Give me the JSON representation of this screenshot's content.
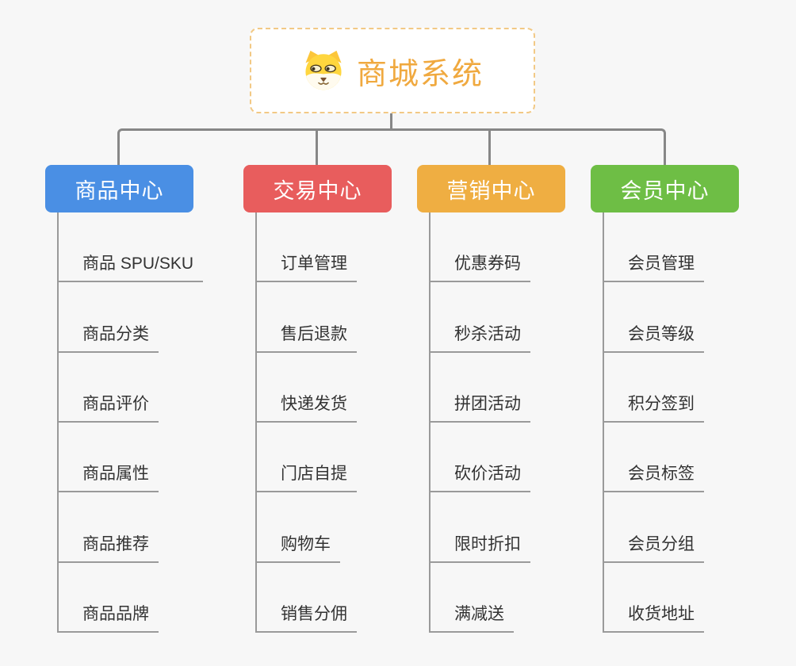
{
  "root": {
    "label": "商城系统",
    "icon": "dog-face-icon",
    "text_color": "#f0a93f",
    "border_color": "#f2c985"
  },
  "connector_color": "#878787",
  "background_color": "#f7f7f7",
  "branches": [
    {
      "label": "商品中心",
      "color": "#4a8fe4",
      "items": [
        "商品 SPU/SKU",
        "商品分类",
        "商品评价",
        "商品属性",
        "商品推荐",
        "商品品牌"
      ]
    },
    {
      "label": "交易中心",
      "color": "#e85d5d",
      "items": [
        "订单管理",
        "售后退款",
        "快递发货",
        "门店自提",
        "购物车",
        "销售分佣"
      ]
    },
    {
      "label": "营销中心",
      "color": "#efae42",
      "items": [
        "优惠券码",
        "秒杀活动",
        "拼团活动",
        "砍价活动",
        "限时折扣",
        "满减送"
      ]
    },
    {
      "label": "会员中心",
      "color": "#6ebe45",
      "items": [
        "会员管理",
        "会员等级",
        "积分签到",
        "会员标签",
        "会员分组",
        "收货地址"
      ]
    }
  ]
}
